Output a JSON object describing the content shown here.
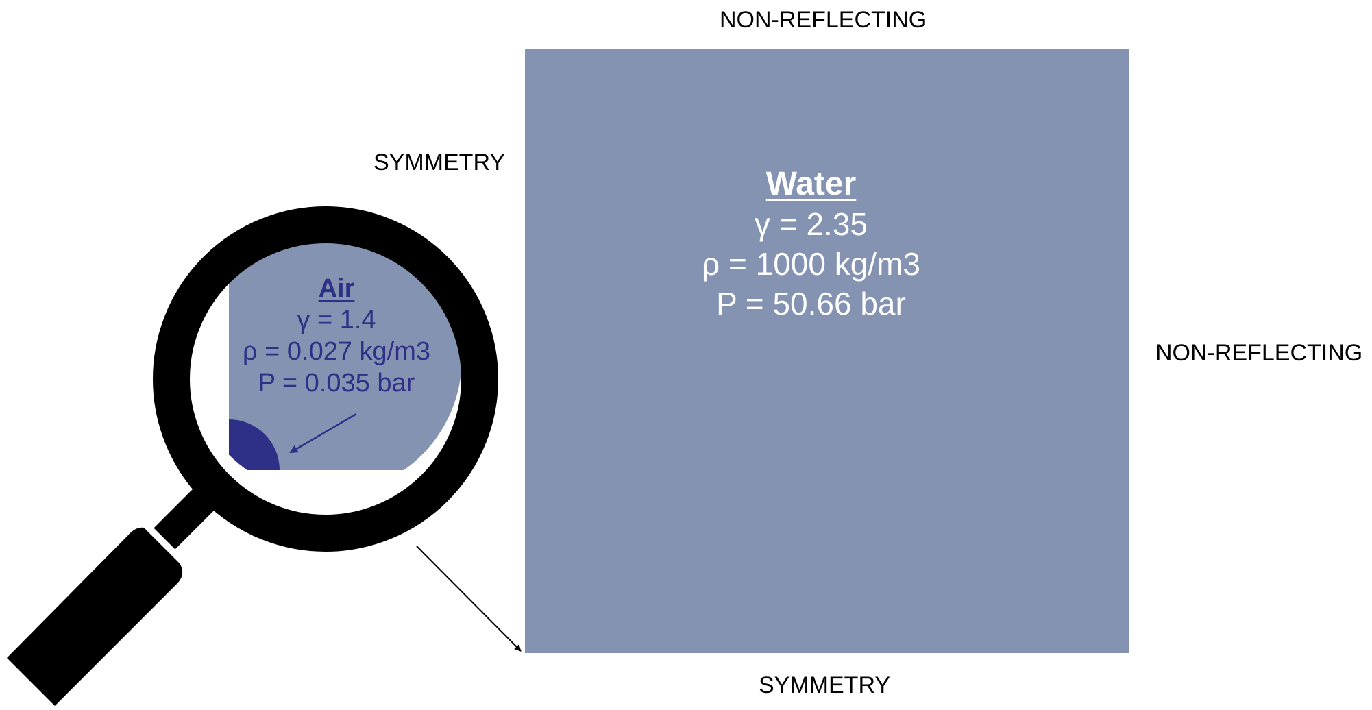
{
  "boundaries": {
    "top": "NON-REFLECTING",
    "left": "SYMMETRY",
    "right": "NON-REFLECTING",
    "bottom": "SYMMETRY"
  },
  "water": {
    "title": "Water",
    "gamma": "γ = 2.35",
    "rho": "ρ = 1000 kg/m3",
    "pressure": "P = 50.66 bar"
  },
  "air": {
    "title": "Air",
    "gamma": "γ = 1.4",
    "rho": "ρ = 0.027 kg/m3",
    "pressure": "P = 0.035 bar"
  },
  "colors": {
    "domain": "#8493b2",
    "air_bubble": "#2e2f86",
    "water_text": "#ffffff",
    "air_text": "#2e2f86",
    "magnifier": "#000000"
  },
  "icons": {
    "magnifier": "magnifying-glass-icon"
  }
}
